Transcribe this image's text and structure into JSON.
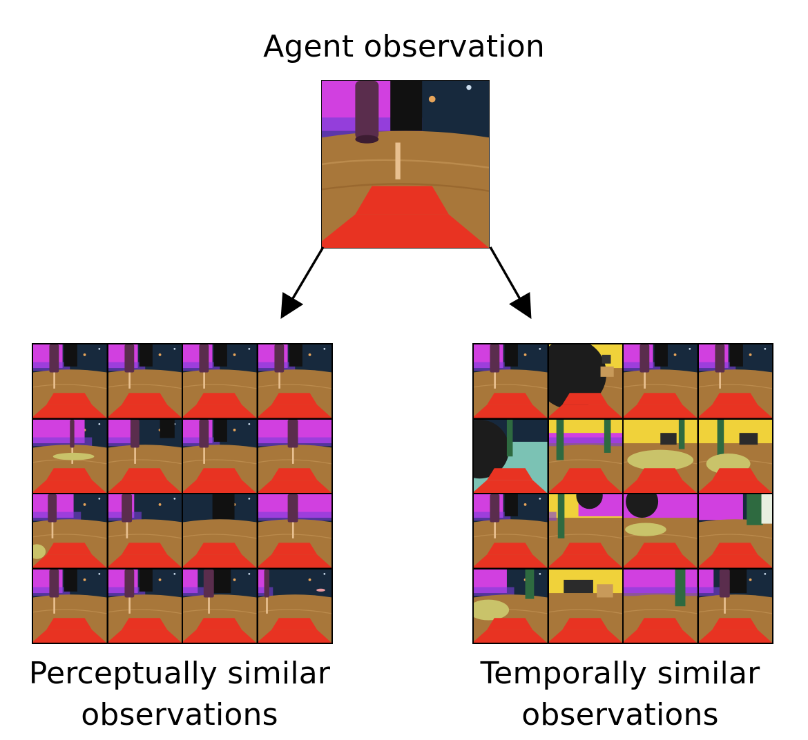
{
  "title": "Agent observation",
  "left_caption": {
    "line1": "Perceptually similar",
    "line2": "observations"
  },
  "right_caption": {
    "line1": "Temporally similar",
    "line2": "observations"
  },
  "colors": {
    "floor": "#a8773a",
    "floor_light": "#c89a5a",
    "sky": "#17293d",
    "wall_magenta": "#d140e0",
    "pole": "#5a2d4d",
    "red_hat": "#e83322",
    "yellow_wall": "#f0d23a",
    "teal": "#7bc2b4",
    "black_blob": "#1c1c1c",
    "green_pole": "#2e6a40",
    "yellow_mat": "#c9c36a"
  },
  "grids": {
    "perceptual": [
      {
        "variant": "pole"
      },
      {
        "variant": "pole"
      },
      {
        "variant": "pole"
      },
      {
        "variant": "pole"
      },
      {
        "variant": "pole-small"
      },
      {
        "variant": "pole-right"
      },
      {
        "variant": "pole"
      },
      {
        "variant": "pole-far"
      },
      {
        "variant": "pole-left"
      },
      {
        "variant": "pole-mid"
      },
      {
        "variant": "dark-sky"
      },
      {
        "variant": "pole-far"
      },
      {
        "variant": "pole"
      },
      {
        "variant": "pole"
      },
      {
        "variant": "pole-dark"
      },
      {
        "variant": "pole-thin"
      }
    ],
    "temporal": [
      {
        "variant": "pole"
      },
      {
        "variant": "black-blob-yellow"
      },
      {
        "variant": "pole"
      },
      {
        "variant": "pole"
      },
      {
        "variant": "teal-room"
      },
      {
        "variant": "green-poles"
      },
      {
        "variant": "yellow-room-mat"
      },
      {
        "variant": "yellow-room"
      },
      {
        "variant": "pole"
      },
      {
        "variant": "green-pole-yellow"
      },
      {
        "variant": "yellow-mat-dark"
      },
      {
        "variant": "teal-figure"
      },
      {
        "variant": "yellow-mat-left"
      },
      {
        "variant": "yellow-room-far"
      },
      {
        "variant": "green-pole-right"
      },
      {
        "variant": "pole-dark"
      }
    ]
  }
}
